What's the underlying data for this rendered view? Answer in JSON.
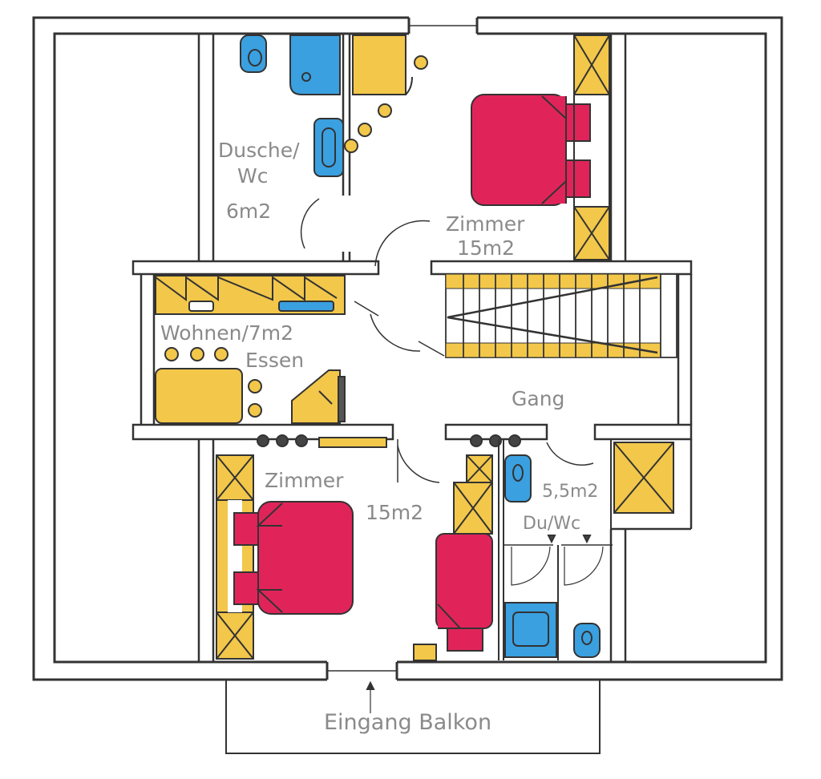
{
  "floor_plan": {
    "rooms": {
      "bath_top": {
        "line1": "Dusche/",
        "line2": "Wc",
        "area": "6m2"
      },
      "bedroom_top": {
        "name": "Zimmer",
        "area": "15m2"
      },
      "living": {
        "line1": "Wohnen/7m2",
        "line2": "Essen"
      },
      "hallway": {
        "name": "Gang"
      },
      "bedroom_bottom": {
        "name": "Zimmer",
        "area": "15m2"
      },
      "bath_small": {
        "area": "5,5m2",
        "name": "Du/Wc"
      }
    },
    "entrance_label": "Eingang Balkon"
  },
  "colors": {
    "wall_line": "#333333",
    "bed": "#e0245a",
    "furniture_wood": "#f2c74a",
    "sanitary": "#3aa0e0",
    "label_text": "#8a8a8a"
  }
}
